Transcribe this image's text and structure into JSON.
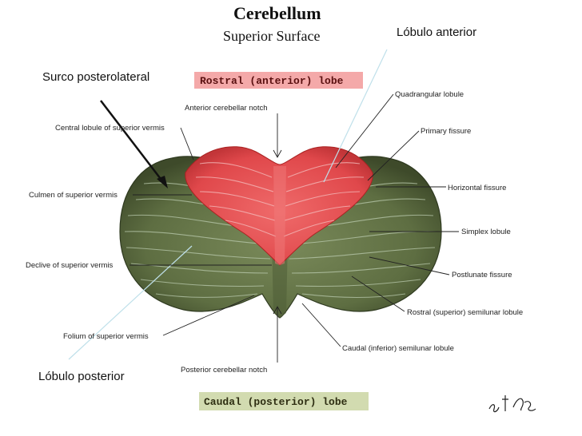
{
  "title": "Cerebellum",
  "subtitle": "Superior Surface",
  "overlay_labels": {
    "anterior": "Lóbulo anterior",
    "groove": "Surco posterolateral",
    "posterior": "Lóbulo posterior"
  },
  "region_boxes": {
    "rostral": "Rostral (anterior) lobe",
    "caudal": "Caudal (posterior) lobe"
  },
  "labels": {
    "anterior_notch": "Anterior cerebellar notch",
    "posterior_notch": "Posterior cerebellar notch",
    "central_lobule": "Central lobule of superior vermis",
    "culmen": "Culmen of superior vermis",
    "declive": "Declive of superior vermis",
    "folium": "Folium of superior vermis",
    "quadrangular": "Quadrangular lobule",
    "primary_fissure": "Primary fissure",
    "horizontal_fissure": "Horizontal fissure",
    "simplex": "Simplex lobule",
    "postlunate": "Postlunate fissure",
    "rostral_semilunar": "Rostral (superior) semilunar lobule",
    "caudal_semilunar": "Caudal (inferior) semilunar lobule"
  },
  "colors": {
    "anterior_lobe": "#e0484b",
    "posterior_lobe": "#5e6e42",
    "rostral_box": "#f4a9a9",
    "caudal_box": "#d2dbb0",
    "pointer_line": "#bfe0ea"
  }
}
